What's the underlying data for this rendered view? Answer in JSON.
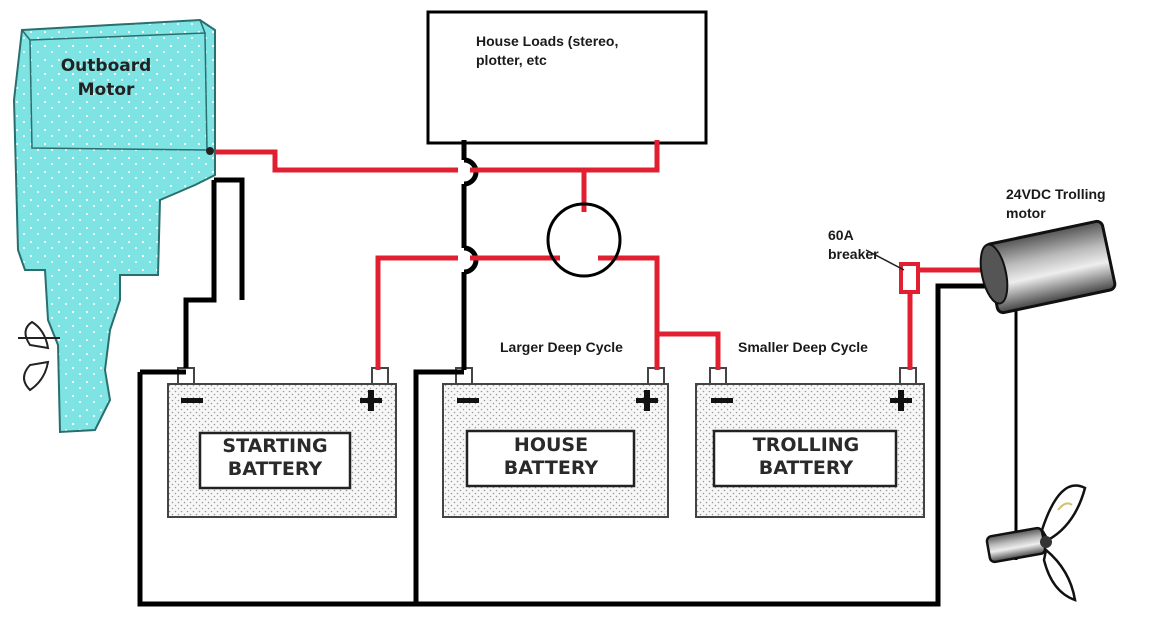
{
  "labels": {
    "house_loads": "House Loads (stereo, plotter, etc",
    "outboard_motor": "Outboard Motor",
    "larger_deep_cycle": "Larger Deep Cycle",
    "smaller_deep_cycle": "Smaller Deep Cycle",
    "breaker": "60A breaker",
    "trolling_motor": "24VDC Trolling motor"
  },
  "batteries": [
    {
      "name": "STARTING BATTERY",
      "negative": "−",
      "positive": "+"
    },
    {
      "name": "HOUSE BATTERY",
      "negative": "−",
      "positive": "+"
    },
    {
      "name": "TROLLING BATTERY",
      "negative": "−",
      "positive": "+"
    }
  ],
  "colors": {
    "positive_wire": "#e02030",
    "negative_wire": "#000000",
    "motor_fill": "#7ee3e3",
    "battery_fill": "#f6f6f6"
  }
}
